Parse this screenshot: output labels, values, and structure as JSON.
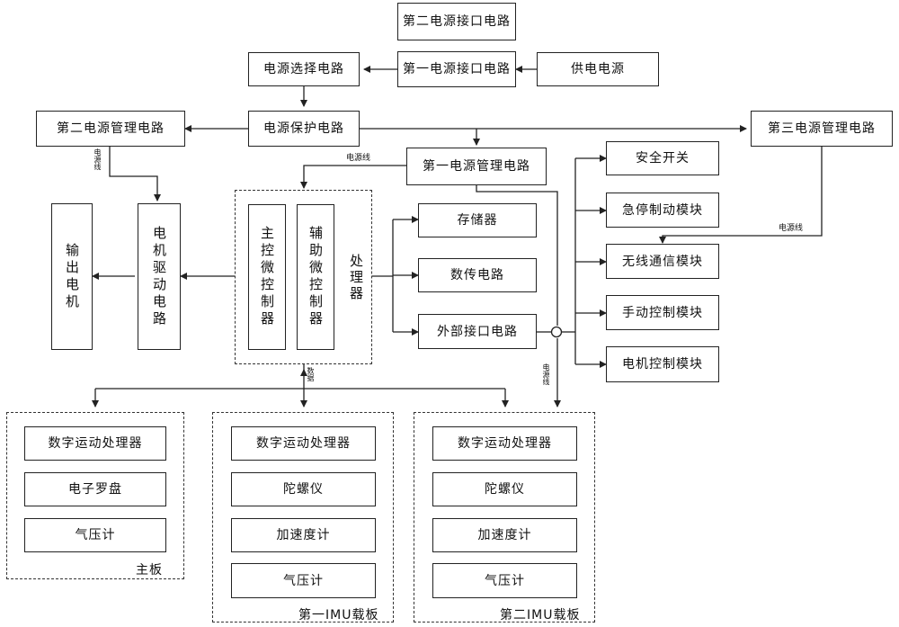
{
  "power": {
    "second_iface": "第二电源接口电路",
    "first_iface": "第一电源接口电路",
    "supply": "供电电源",
    "select": "电源选择电路",
    "protect": "电源保护电路",
    "mgmt1": "第一电源管理电路",
    "mgmt2": "第二电源管理电路",
    "mgmt3": "第三电源管理电路",
    "power_line": "电源线"
  },
  "motor": {
    "output_motor": "输出电机",
    "driver": "电机驱动电路"
  },
  "processor": {
    "main_mcu": "主控微控制器",
    "aux_mcu": "辅助微控制器",
    "label": "处理器",
    "data_label": "数据"
  },
  "peripherals": {
    "storage": "存储器",
    "data_link": "数传电路",
    "ext_iface": "外部接口电路"
  },
  "modules": [
    "安全开关",
    "急停制动模块",
    "无线通信模块",
    "手动控制模块",
    "电机控制模块"
  ],
  "boards": {
    "main": {
      "title": "主板",
      "items": [
        "数字运动处理器",
        "电子罗盘",
        "气压计"
      ]
    },
    "imu1": {
      "title": "第一IMU载板",
      "items": [
        "数字运动处理器",
        "陀螺仪",
        "加速度计",
        "气压计"
      ]
    },
    "imu2": {
      "title": "第二IMU载板",
      "items": [
        "数字运动处理器",
        "陀螺仪",
        "加速度计",
        "气压计"
      ]
    }
  }
}
